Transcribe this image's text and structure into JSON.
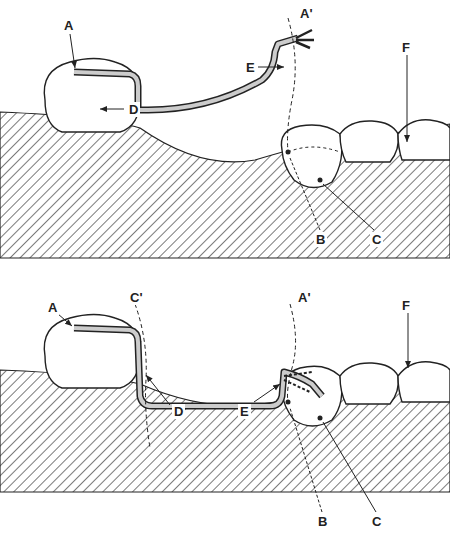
{
  "diagram": {
    "labels": [
      "A",
      "A'",
      "F",
      "E",
      "D",
      "B",
      "C",
      "A",
      "C'",
      "A'",
      "F",
      "D",
      "E",
      "B",
      "C"
    ]
  }
}
